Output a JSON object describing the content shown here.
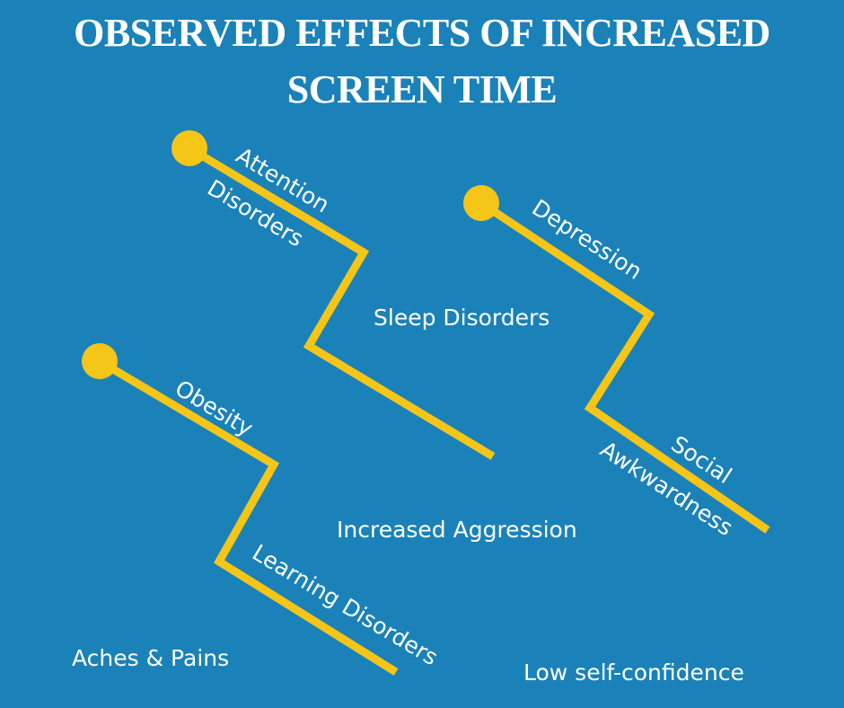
{
  "title": {
    "line1": "OBSERVED EFFECTS OF INCREASED",
    "line2": "SCREEN TIME"
  },
  "effects": {
    "attention": "Attention",
    "disorders": "Disorders",
    "sleep": "Sleep Disorders",
    "depression": "Depression",
    "social": "Social",
    "awkwardness": "Awkwardness",
    "obesity": "Obesity",
    "aggression": "Increased Aggression",
    "learning": "Learning Disorders",
    "aches": "Aches & Pains",
    "confidence": "Low self-confidence"
  },
  "colors": {
    "background": "#1a82b8",
    "line": "#f5c518",
    "text": "#ffffff"
  }
}
